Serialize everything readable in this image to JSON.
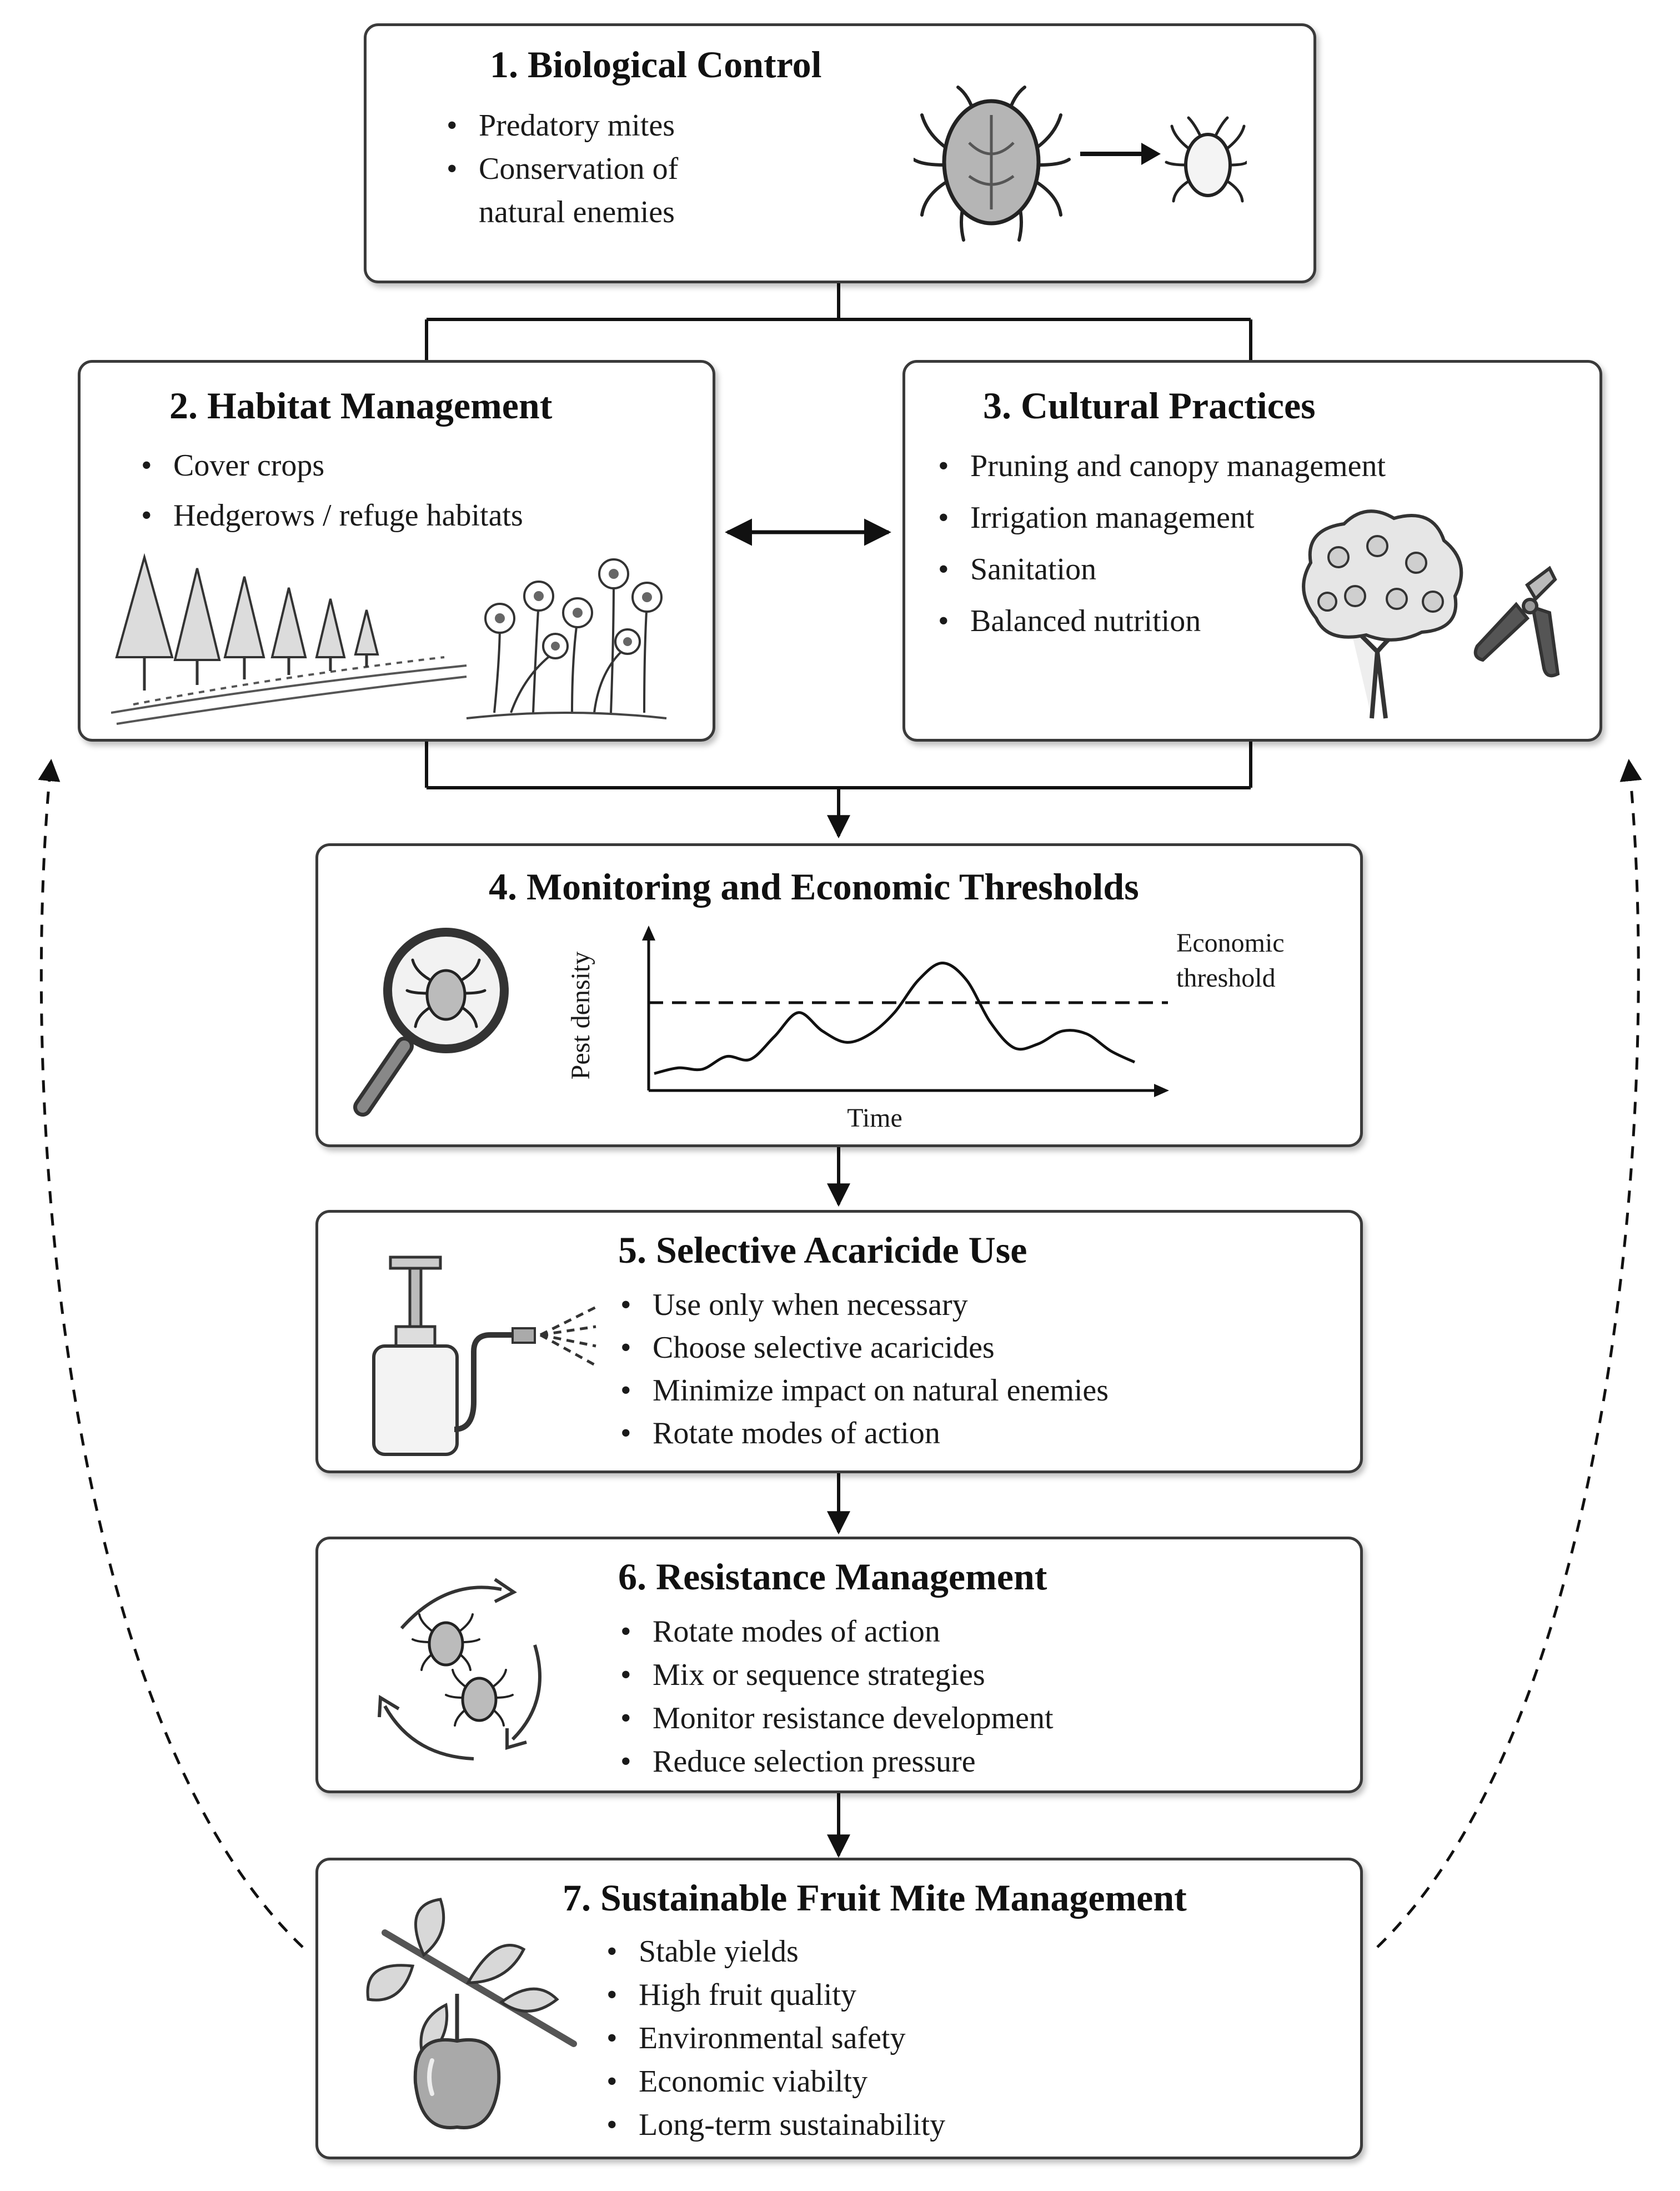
{
  "diagram": {
    "boxes": [
      {
        "id": "biological-control",
        "title": "1. Biological Control",
        "items": [
          "Predatory mites",
          "Conservation of natural enemies"
        ],
        "icon": "mite-predator-prey-icon"
      },
      {
        "id": "habitat-management",
        "title": "2. Habitat Management",
        "items": [
          "Cover crops",
          "Hedgerows / refuge habitats"
        ],
        "icon": "trees-and-flowers-icon"
      },
      {
        "id": "cultural-practices",
        "title": "3. Cultural Practices",
        "items": [
          "Pruning and canopy management",
          "Irrigation management",
          "Sanitation",
          "Balanced nutrition"
        ],
        "icon": "fruit-tree-and-pruners-icon"
      },
      {
        "id": "monitoring",
        "title": "4. Monitoring and Economic Thresholds",
        "items": [],
        "icon": "magnifying-glass-mite-icon"
      },
      {
        "id": "selective-acaricide",
        "title": "5. Selective Acaricide Use",
        "items": [
          "Use only when necessary",
          "Choose selective acaricides",
          "Minimize impact on natural enemies",
          "Rotate modes of action"
        ],
        "icon": "sprayer-icon"
      },
      {
        "id": "resistance-management",
        "title": "6. Resistance Management",
        "items": [
          "Rotate modes of action",
          "Mix or sequence strategies",
          "Monitor resistance development",
          "Reduce selection pressure"
        ],
        "icon": "rotation-cycle-mites-icon"
      },
      {
        "id": "sustainable-management",
        "title": "7. Sustainable Fruit Mite Management",
        "items": [
          "Stable yields",
          "High fruit quality",
          "Environmental safety",
          "Economic viabilty",
          "Long-term sustainability"
        ],
        "icon": "apple-branch-icon"
      }
    ],
    "monitoring_chart": {
      "ylabel": "Pest density",
      "xlabel": "Time",
      "threshold_label_line1": "Economic",
      "threshold_label_line2": "threshold"
    },
    "colors": {
      "border": "#3a3a3a",
      "line": "#111111",
      "background": "#ffffff"
    }
  },
  "chart_data": {
    "type": "line",
    "xlabel": "Time",
    "ylabel": "Pest density",
    "series": [
      {
        "x": [
          0,
          0.05,
          0.1,
          0.15,
          0.2,
          0.25,
          0.3,
          0.35,
          0.4,
          0.45,
          0.5,
          0.55,
          0.6,
          0.65,
          0.7,
          0.75,
          0.8,
          0.85,
          0.9,
          0.95,
          1.0
        ],
        "values": [
          0.12,
          0.16,
          0.15,
          0.24,
          0.22,
          0.38,
          0.55,
          0.42,
          0.34,
          0.4,
          0.55,
          0.78,
          0.9,
          0.78,
          0.48,
          0.3,
          0.33,
          0.42,
          0.4,
          0.28,
          0.2
        ]
      }
    ],
    "threshold": 0.62,
    "threshold_label": "Economic threshold",
    "ylim": [
      0,
      1
    ],
    "xlim": [
      0,
      1
    ]
  }
}
